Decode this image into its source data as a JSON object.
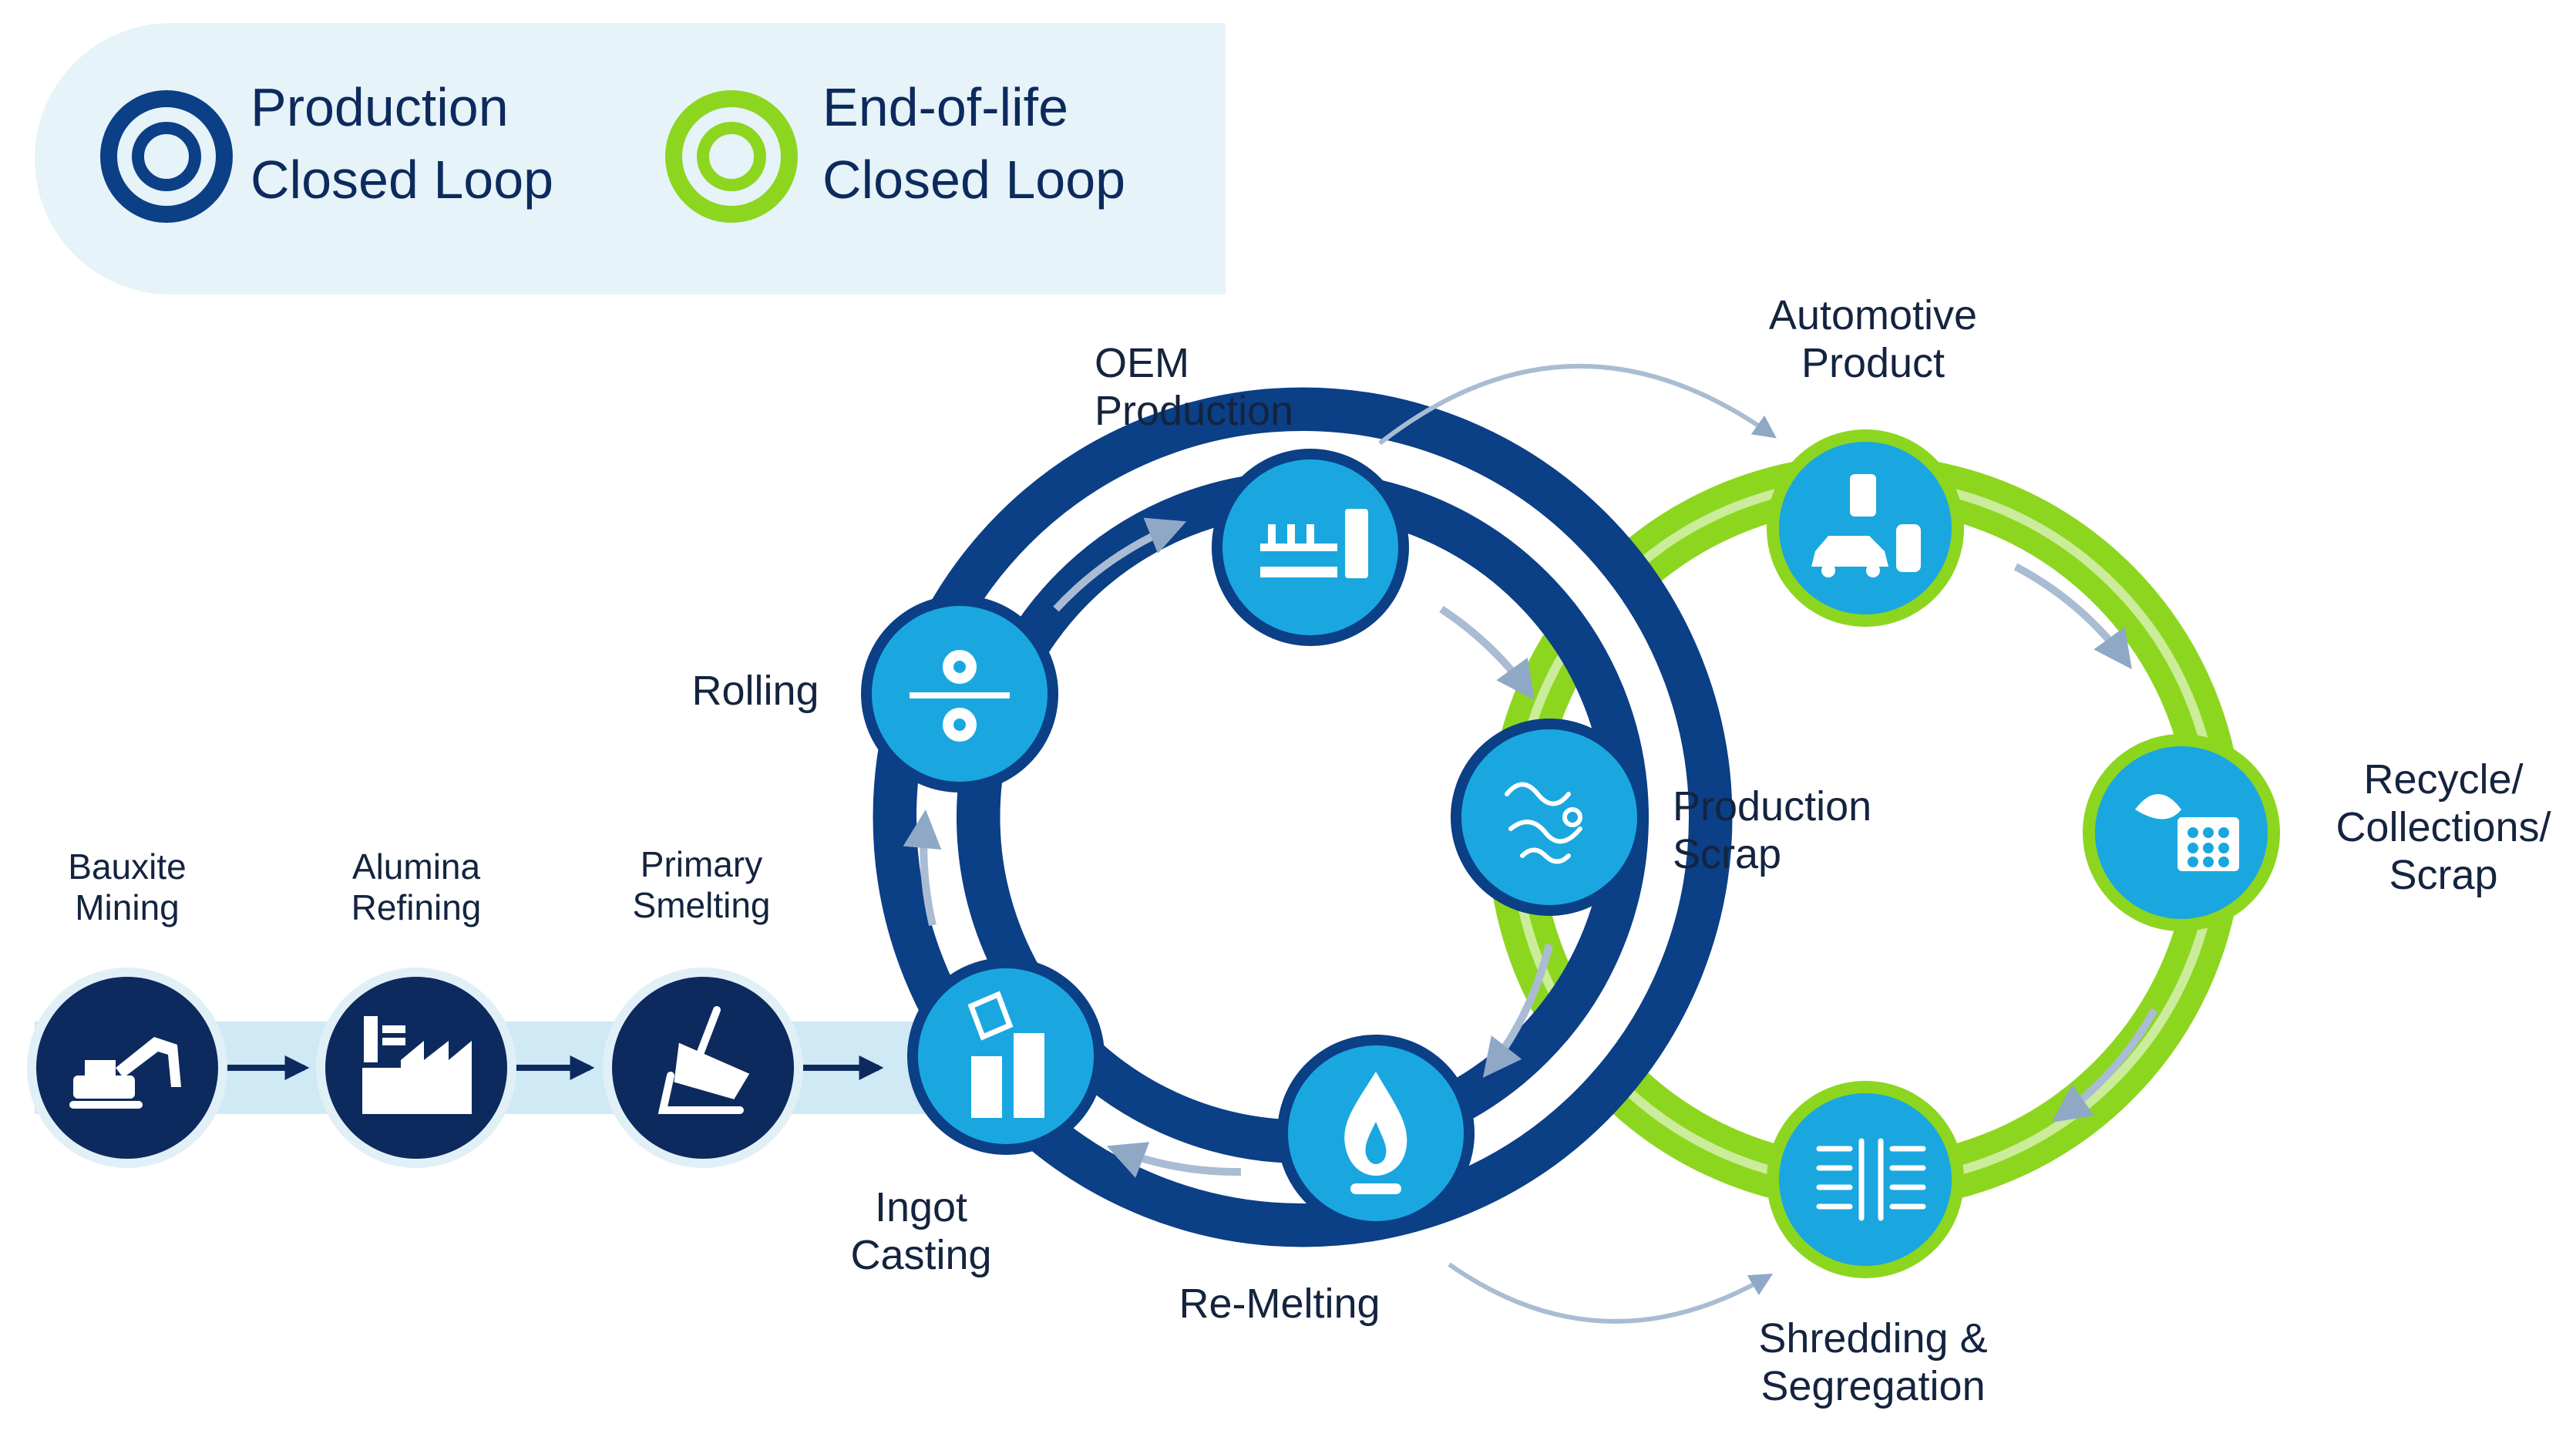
{
  "legend": {
    "production": {
      "line1": "Production",
      "line2": "Closed Loop",
      "color": "#0b3f86"
    },
    "end_of_life": {
      "line1": "End-of-life",
      "line2": "Closed Loop",
      "color": "#8dd61f"
    }
  },
  "colors": {
    "navy_ring": "#0b3f86",
    "green_ring": "#8dd61f",
    "node_fill": "#1aa7e0",
    "primary_node_fill": "#0d2a5e",
    "feed_band": "#cfe9f5",
    "arrow": "#a9bcd3"
  },
  "primary_chain": [
    {
      "line1": "Bauxite",
      "line2": "Mining",
      "icon": "excavator-icon"
    },
    {
      "line1": "Alumina",
      "line2": "Refining",
      "icon": "factory-icon"
    },
    {
      "line1": "Primary",
      "line2": "Smelting",
      "icon": "ladle-pour-icon"
    }
  ],
  "production_loop": [
    {
      "line1": "OEM",
      "line2": "Production",
      "icon": "assembly-line-icon"
    },
    {
      "line1": "Production",
      "line2": "Scrap",
      "icon": "scrap-shavings-icon"
    },
    {
      "line1": "Re-Melting",
      "line2": "",
      "icon": "flame-icon"
    },
    {
      "line1": "Ingot",
      "line2": "Casting",
      "icon": "ingot-icon"
    },
    {
      "line1": "Rolling",
      "line2": "",
      "icon": "rolling-mill-icon"
    }
  ],
  "end_of_life_loop": [
    {
      "line1": "Automotive",
      "line2": "Product",
      "icon": "car-phone-can-icon"
    },
    {
      "line1": "Recycle/",
      "line2": "Collections/",
      "line3": "Scrap",
      "icon": "bale-icon"
    },
    {
      "line1": "Shredding &",
      "line2": "Segregation",
      "icon": "shredder-icon"
    }
  ]
}
